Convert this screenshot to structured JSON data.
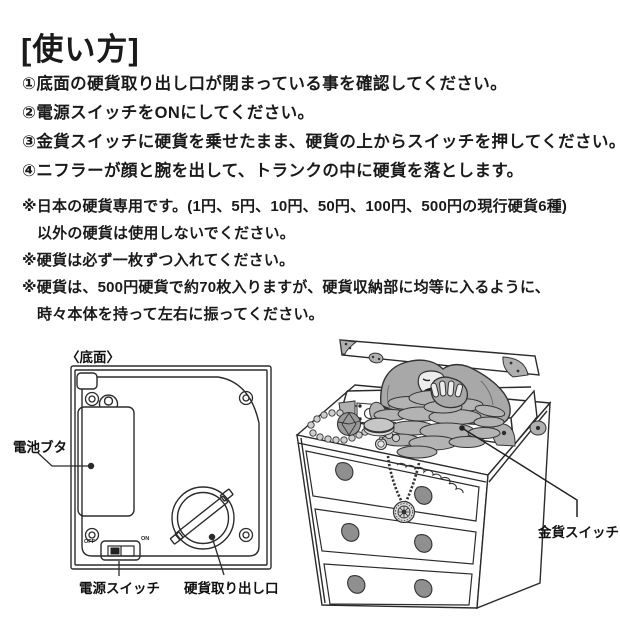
{
  "title": "[使い方]",
  "steps": [
    "①底面の硬貨取り出し口が閉まっている事を確認してください。",
    "②電源スイッチをONにしてください。",
    "③金貨スイッチに硬貨を乗せたまま、硬貨の上からスイッチを押してください。",
    "④ニフラーが顔と腕を出して、トランクの中に硬貨を落とします。"
  ],
  "notes": [
    {
      "text": "※日本の硬貨専用です。(1円、5円、10円、50円、100円、500円の現行硬貨6種)",
      "indent": false
    },
    {
      "text": "以外の硬貨は使用しないでください。",
      "indent": true
    },
    {
      "text": "※硬貨は必ず一枚ずつ入れてください。",
      "indent": false
    },
    {
      "text": "※硬貨は、500円硬貨で約70枚入りますが、硬貨収納部に均等に入るように、",
      "indent": false
    },
    {
      "text": "時々本体を持って左右に振ってください。",
      "indent": true
    }
  ],
  "bottom_view": {
    "caption": "〈底面〉",
    "labels": {
      "battery_cover": "電池ブタ",
      "power_switch": "電源スイッチ",
      "coin_outlet": "硬貨取り出し口",
      "switch_off": "OFF",
      "switch_on": "ON"
    }
  },
  "trunk_view": {
    "label_coin_switch": "金貨スイッチ"
  },
  "colors": {
    "ink": "#1a1a1a",
    "line": "#2b2b2b",
    "gray_fill": "#b0b0b0",
    "light_gray": "#ededed"
  }
}
